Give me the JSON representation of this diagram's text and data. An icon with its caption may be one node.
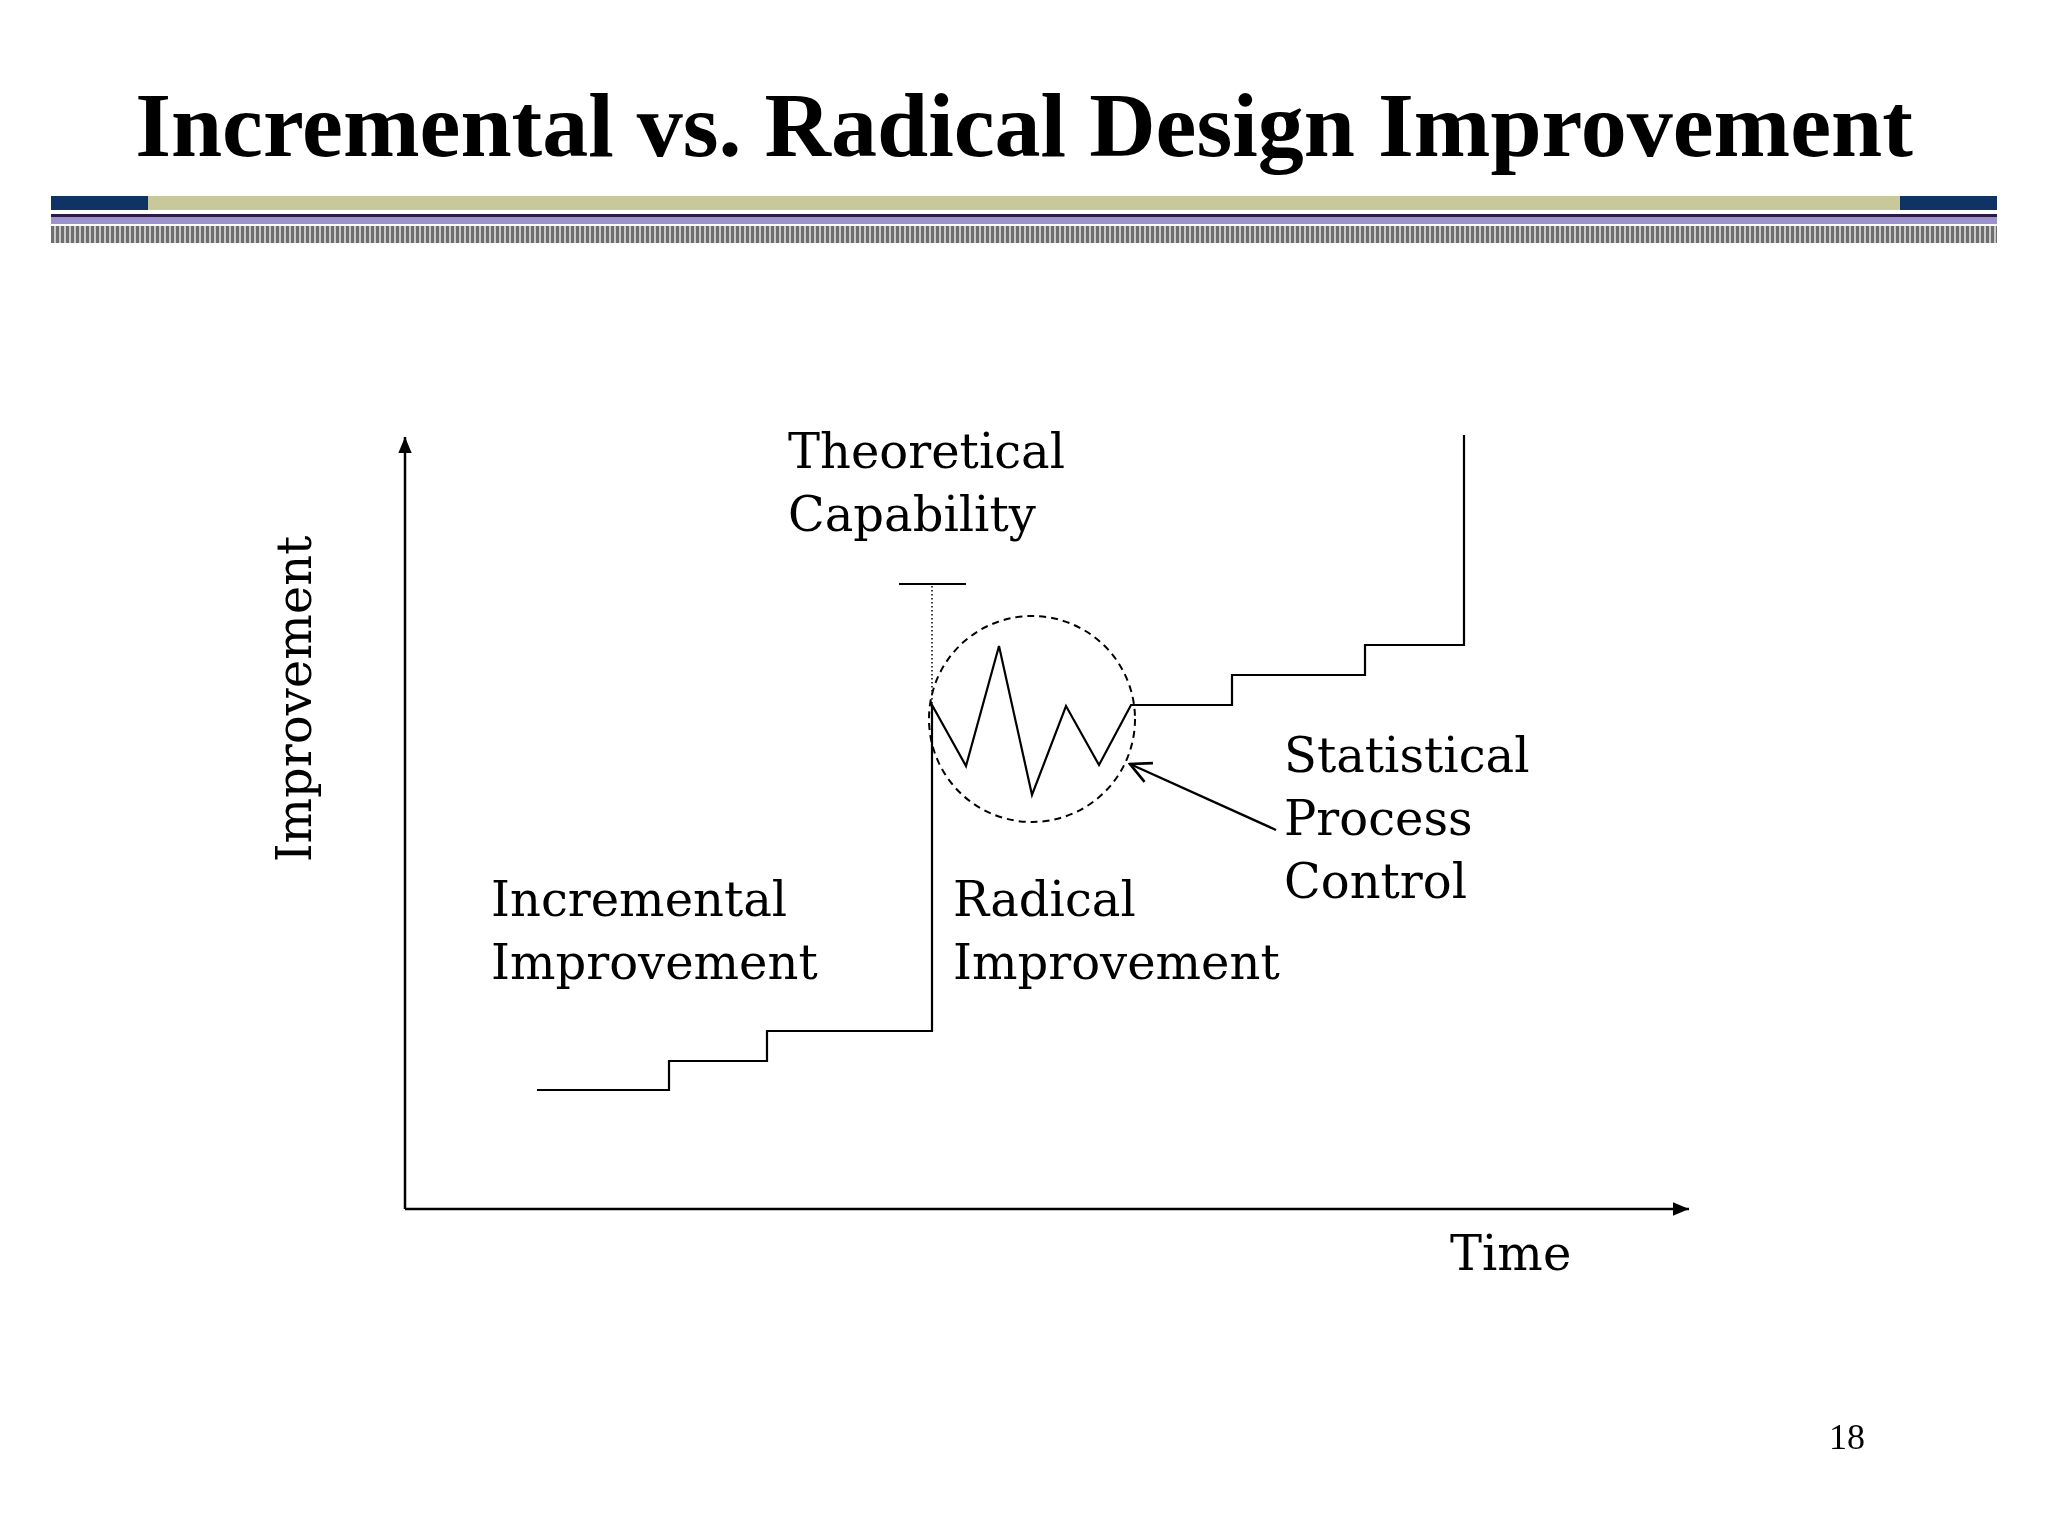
{
  "diagram": {
    "title": "Incremental vs. Radical Design Improvement",
    "nodes": [
      {
        "text": [],
        "shape": "circle"
      },
      {
        "text": [
          "Statistical Process Control"
        ]
      }
    ],
    "edges": [
      {
        "from": 1,
        "to": 0,
        "arrow": "to"
      }
    ],
    "labels": [
      "Theoretical Capability",
      "Improvement",
      "Incremental Improvement",
      "Radical Improvement",
      "Time",
      "18"
    ]
  }
}
